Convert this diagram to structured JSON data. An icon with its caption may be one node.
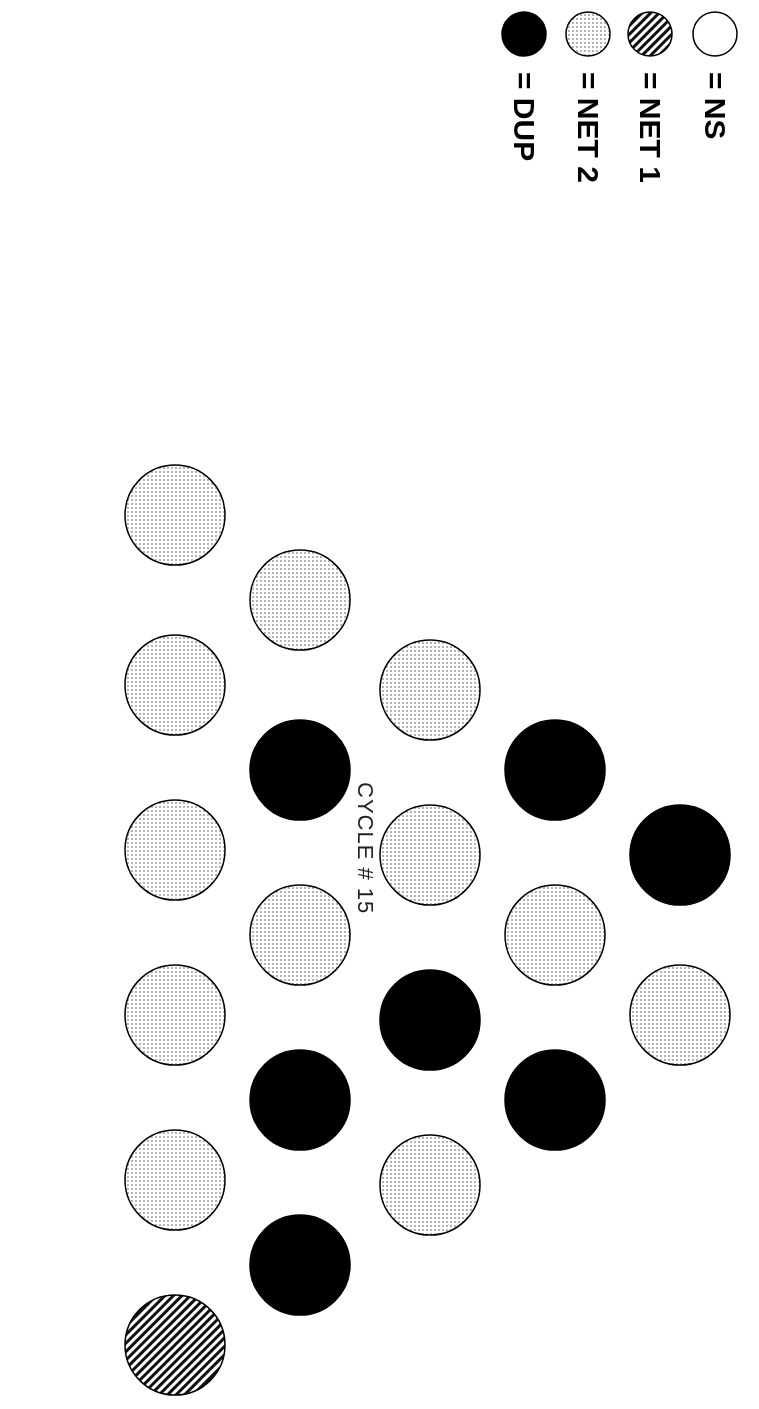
{
  "diagram": {
    "title": "CYCLE # 15",
    "nodes": [
      {
        "text": [],
        "shape": "circle"
      },
      {
        "text": [],
        "shape": "circle"
      },
      {
        "text": [],
        "shape": "circle"
      },
      {
        "text": [],
        "shape": "circle"
      },
      {
        "text": [],
        "shape": "circle"
      },
      {
        "text": [],
        "shape": "circle"
      },
      {
        "text": [],
        "shape": "circle"
      },
      {
        "text": [],
        "shape": "circle"
      },
      {
        "text": [],
        "shape": "circle"
      },
      {
        "text": [],
        "shape": "circle"
      },
      {
        "text": [],
        "shape": "circle"
      },
      {
        "text": [],
        "shape": "circle"
      },
      {
        "text": [],
        "shape": "circle"
      },
      {
        "text": [],
        "shape": "circle"
      },
      {
        "text": [],
        "shape": "circle"
      },
      {
        "text": [],
        "shape": "circle"
      },
      {
        "text": [],
        "shape": "circle"
      },
      {
        "text": [],
        "shape": "circle"
      },
      {
        "text": [],
        "shape": "circle"
      },
      {
        "text": [],
        "shape": "circle"
      }
    ],
    "legend": [
      {
        "text": "= NS",
        "color": "#ffffff"
      },
      {
        "text": "= NET 1"
      },
      {
        "text": "= NET 2"
      },
      {
        "text": "= DUP",
        "color": "#000000"
      }
    ]
  }
}
